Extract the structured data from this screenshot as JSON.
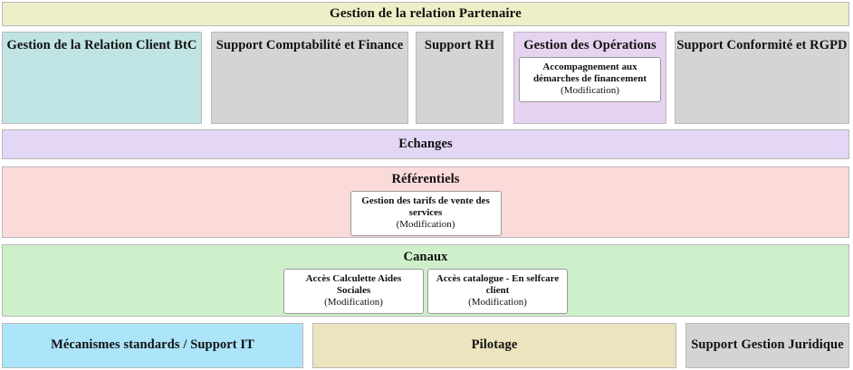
{
  "diagram": {
    "header": {
      "title": "Gestion de la relation Partenaire"
    },
    "domains": [
      {
        "label": "Gestion de la Relation Client BtC",
        "color": "#bfe4e3",
        "cards": []
      },
      {
        "label": "Support Comptabilité et Finance",
        "color": "#d4d4d4",
        "cards": []
      },
      {
        "label": "Support RH",
        "color": "#d4d4d4",
        "cards": []
      },
      {
        "label": "Gestion des Opérations",
        "color": "#e6d3ef",
        "cards": [
          {
            "name": "Accompagnement aux démarches de financement",
            "state": "(Modification)"
          }
        ]
      },
      {
        "label": "Support Conformité et RGPD",
        "color": "#d4d4d4",
        "cards": []
      }
    ],
    "echanges": {
      "label": "Echanges",
      "color": "#e4d6f5"
    },
    "referentiels": {
      "label": "Référentiels",
      "color": "#fbdada",
      "cards": [
        {
          "name": "Gestion des tarifs de vente des services",
          "state": "(Modification)"
        }
      ]
    },
    "canaux": {
      "label": "Canaux",
      "color": "#cdf0ca",
      "cards": [
        {
          "name": "Accès Calculette Aides Sociales",
          "state": "(Modification)"
        },
        {
          "name": "Accès catalogue - En selfcare client",
          "state": "(Modification)"
        }
      ]
    },
    "foundation": [
      {
        "label": "Mécanismes standards / Support IT",
        "color": "#ace5f9"
      },
      {
        "label": "Pilotage",
        "color": "#ece3bf"
      },
      {
        "label": "Support Gestion Juridique",
        "color": "#d4d4d4"
      }
    ]
  }
}
